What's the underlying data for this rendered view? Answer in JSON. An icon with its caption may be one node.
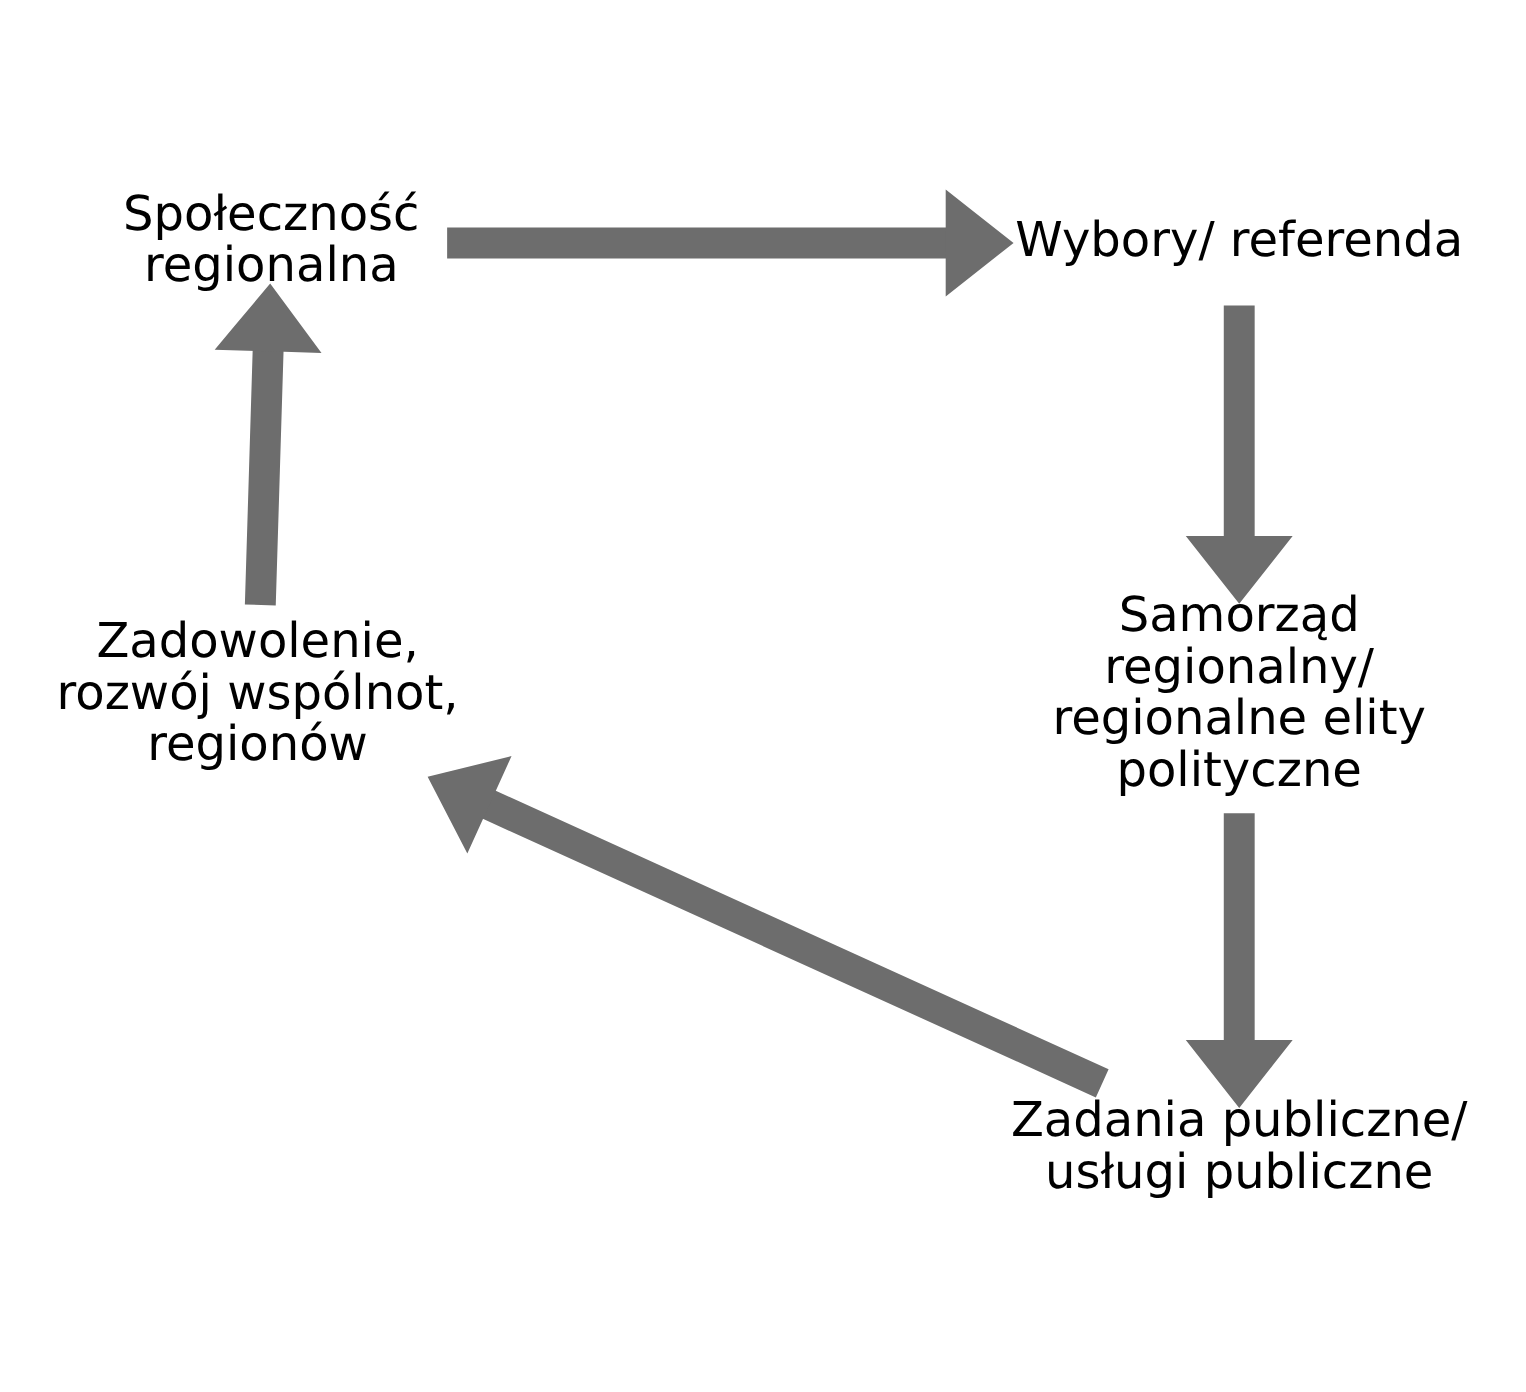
{
  "diagram": {
    "nodes": [
      {
        "text": [
          "Społeczność regionalna"
        ]
      },
      {
        "text": [
          "Wybory/ referenda"
        ]
      },
      {
        "text": [
          "Samorząd regionalny/ regionalne elity polityczne"
        ]
      },
      {
        "text": [
          "Zadania publiczne/ usługi publiczne"
        ]
      },
      {
        "text": [
          "Zadowolenie, rozwój wspólnot, regionów"
        ]
      }
    ],
    "edges": [
      {
        "from": 0,
        "to": 1,
        "arrow": "to"
      },
      {
        "from": 1,
        "to": 2,
        "arrow": "to"
      },
      {
        "from": 2,
        "to": 3,
        "arrow": "to"
      },
      {
        "from": 3,
        "to": 4,
        "arrow": "to"
      },
      {
        "from": 4,
        "to": 0,
        "arrow": "to"
      }
    ]
  }
}
